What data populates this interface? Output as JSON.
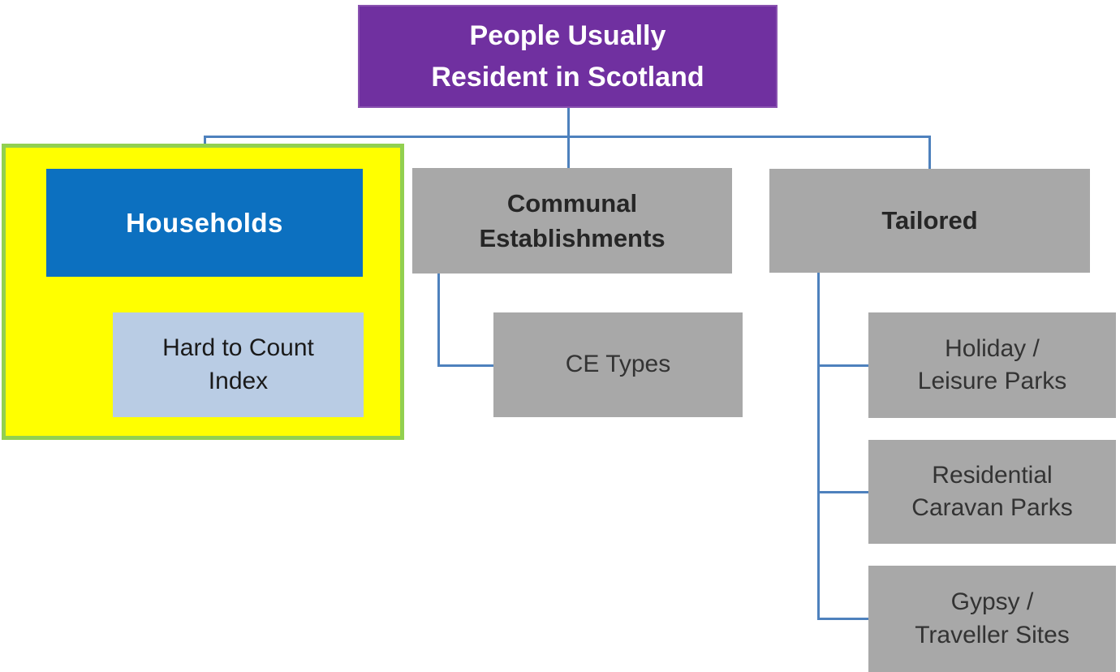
{
  "title": "People usually resident in Scotland hierarchy diagram",
  "root": {
    "label": "People Usually\nResident in Scotland"
  },
  "branches": [
    {
      "id": "households",
      "label": "Households",
      "highlighted": true,
      "children": [
        {
          "label": "Hard to Count\nIndex"
        }
      ]
    },
    {
      "id": "communal-establishments",
      "label": "Communal\nEstablishments",
      "highlighted": false,
      "children": [
        {
          "label": "CE Types"
        }
      ]
    },
    {
      "id": "tailored",
      "label": "Tailored",
      "highlighted": false,
      "children": [
        {
          "label": "Holiday /\nLeisure Parks"
        },
        {
          "label": "Residential\nCaravan Parks"
        },
        {
          "label": "Gypsy /\nTraveller Sites"
        }
      ]
    }
  ],
  "colors": {
    "purple": "#7030A0",
    "blue": "#0C70C0",
    "yellow": "#FFFF00",
    "green": "#92D050",
    "lightblue": "#B9CCE4",
    "gray": "#A8A8A8",
    "line": "#4E81BD"
  }
}
